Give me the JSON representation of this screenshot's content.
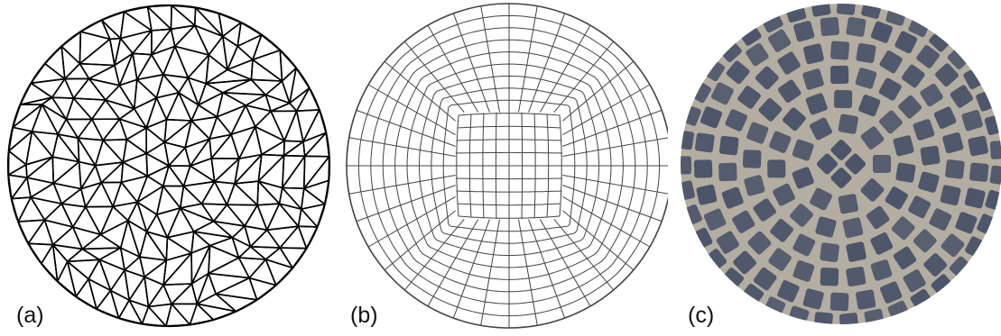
{
  "panels": [
    {
      "id": "a",
      "label": "(a)",
      "kind": "triangular mesh",
      "stroke": "#000000"
    },
    {
      "id": "b",
      "label": "(b)",
      "kind": "quadrilateral mesh",
      "stroke": "#444444"
    },
    {
      "id": "c",
      "label": "(c)",
      "kind": "cobblestone photo",
      "stone": "#4b5468",
      "mortar": "#b3ada2"
    }
  ]
}
